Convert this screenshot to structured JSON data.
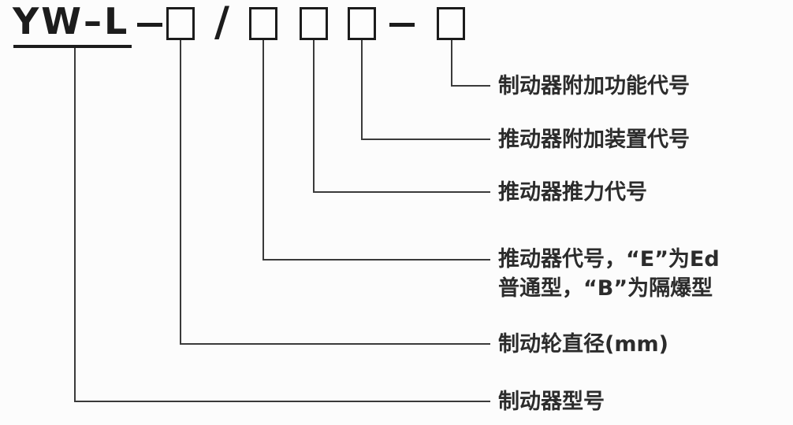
{
  "model_code": {
    "prefix": "YW–L",
    "slash": "/"
  },
  "labels": [
    {
      "text": "制动器附加功能代号"
    },
    {
      "text": "推动器附加装置代号"
    },
    {
      "text": "推动器推力代号"
    },
    {
      "text": "推动器代号，“E”为Ed\n普通型，“B”为隔爆型"
    },
    {
      "text": "制动轮直径(mm)"
    },
    {
      "text": "制动器型号"
    }
  ]
}
